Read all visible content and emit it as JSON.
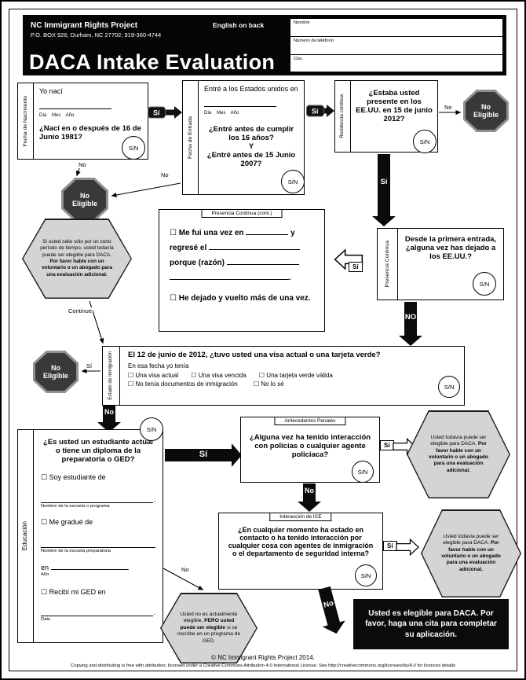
{
  "labels": {
    "si": "Sí",
    "no": "No",
    "no_caps": "NO",
    "sn": "S/N",
    "continue": "Continue",
    "no_eligible": "No Eligible",
    "period": "."
  },
  "header": {
    "org": "NC Immigrant Rights Project",
    "address": "P.O. BOX 926, Durham, NC 27702; 919-360-4744",
    "english_note": "English on back",
    "title": "DACA Intake Evaluation",
    "fields": [
      {
        "label": "Nombre"
      },
      {
        "label": "Número de teléfono"
      },
      {
        "label": "Cita"
      }
    ]
  },
  "birth": {
    "side": "Fecha de Nacimiento",
    "intro": "Yo nací",
    "date_hint": "Día    Mes    Año",
    "question": "¿Nací en o después de 16 de Junio 1981?"
  },
  "entry": {
    "side": "Fecha de Entrada",
    "intro": "Entré a los Estados unidos en",
    "date_hint": "Día    Mes    Año",
    "q1": "¿Entré antes de cumplir los 16 años?",
    "conj": "Y",
    "q2": "¿Entré antes de 15 Junio 2007?"
  },
  "residence": {
    "side": "Residencia continua",
    "question": "¿Estaba usted presente en los EE.UU. en 15 de junio 2012?"
  },
  "short_trip_hex": {
    "text": "Si usted salio sólo por un corto período de tiempo, usted todavía puede ser elegible para DACA.",
    "bold": "Por favor hable con un voluntario o un abogado para una evaluación adicional."
  },
  "presence_cont": {
    "title": "Presencia Continua (cont.)",
    "opt1_a": "☐ Me fui una vez en",
    "opt1_b": "y",
    "opt1_c": "regresé el",
    "opt1_d": "porque (razón)",
    "opt1_end": ".",
    "opt2": "☐ He dejado y vuelto más de una vez."
  },
  "presence": {
    "side": "Presencia Continua",
    "question": "Desde la primera entrada, ¿alguna vez has dejado a los EE.UU.?"
  },
  "immigration_status": {
    "side": "Estado de Inmigración",
    "question": "El 12 de junio de 2012, ¿tuvo usted una visa actual o una tarjeta verde?",
    "subtitle": "En esa fecha yo tenía",
    "options_row1": [
      "☐ Una visa actual",
      "☐ Una visa vencida",
      "☐ Una tarjeta verde válida"
    ],
    "options_row2": [
      "☐ No tenía documentos de inmigración",
      "☐ No lo sé"
    ]
  },
  "education": {
    "side": "Educación",
    "question": "¿Es usted un estudiante actual o tiene un diploma de la preparatoria o GED?",
    "opt_student": "☐ Soy estudiante de",
    "caption_school": "Nombre de la escuela o programa",
    "opt_grad": "☐ Me gradué de",
    "caption_hs": "Nombre de la escuela preparatoria",
    "in_line": "en",
    "caption_year": "Año",
    "opt_ged": "☐ Recibí mi GED en",
    "caption_date": "Date"
  },
  "criminal": {
    "title": "Antecedentes Penales",
    "question": "¿Alguna vez ha tenido interacción con policías o cualquier agente policiaca?"
  },
  "ice": {
    "title": "Interacción de ICE",
    "question": "¿En cualquier momento ha estado en contacto o ha tenido interacción por cualquier cosa con agentes de inmigración o el departamento de seguridad interna?"
  },
  "maybe_eligible_hex": {
    "text": "Usted todavía puede ser elegible para DACA.",
    "bold": "Por favor hable con un voluntario o un abogado para una evaluación adicional."
  },
  "ged_hex": {
    "pre": "Usted no es actualmente elegible,",
    "bold": "PERO usted puede ser elegible",
    "post": "si se inscribe en un programa de GED."
  },
  "eligible_box": {
    "text": "Usted es elegible para DACA. Por favor, haga una cita para completar su aplicación."
  },
  "footer": {
    "copyright": "© NC Immigrant Rights Project 2014.",
    "license": "Copying and distributing is free with attribution;  licensed under a Creative Commons Attribution 4.0 International License. See http://creativecommons.org/licenses/by/4.0 for licences details"
  },
  "colors": {
    "header_bg": "#000000",
    "stop_octagon": "#39393b",
    "advice_hexagon": "#d4d4d4",
    "arrow_black": "#0b0b0b"
  }
}
